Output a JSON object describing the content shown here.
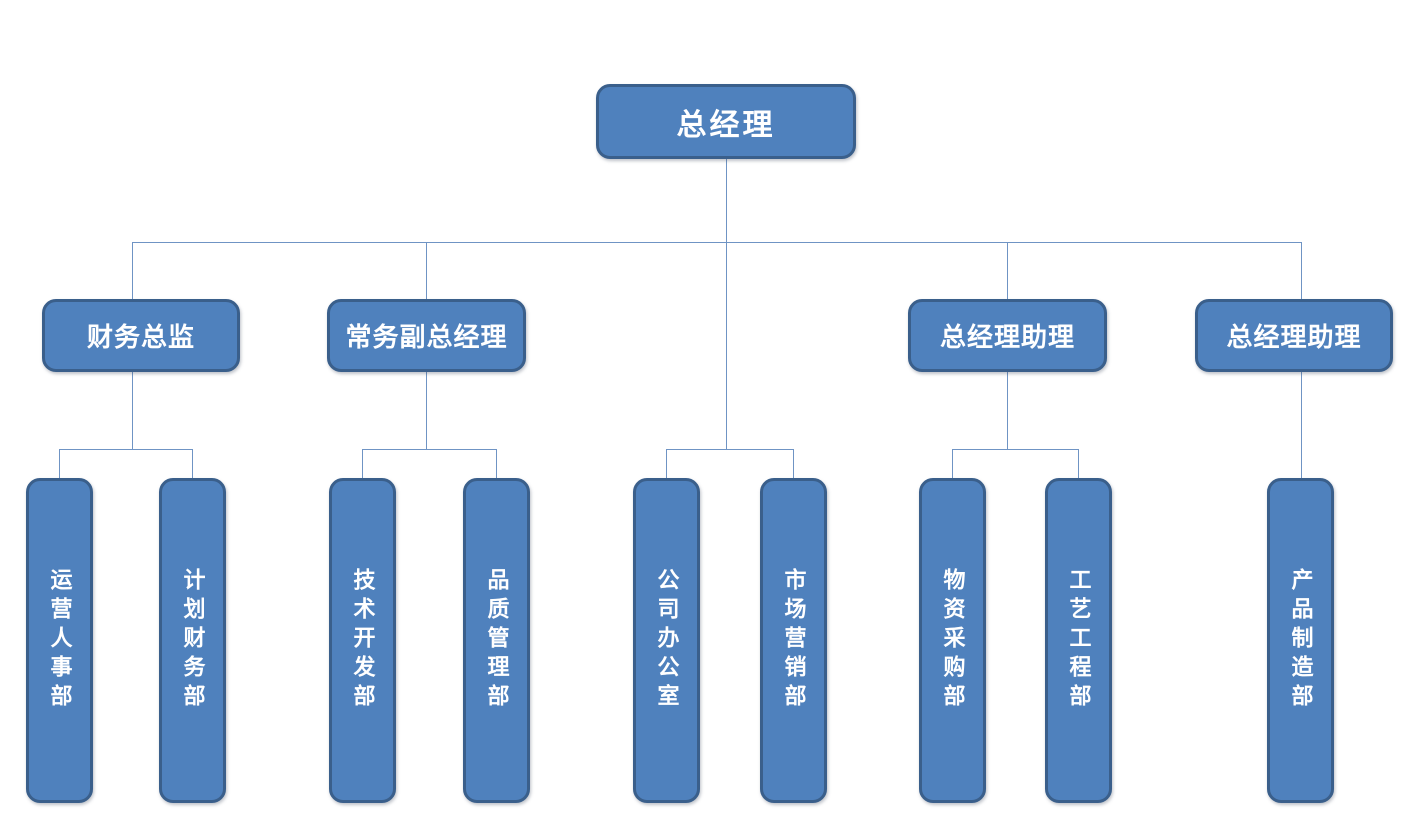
{
  "org_chart": {
    "root": {
      "label": "总经理"
    },
    "managers": [
      {
        "label": "财务总监"
      },
      {
        "label": "常务副总经理"
      },
      {
        "label": "总经理助理"
      },
      {
        "label": "总经理助理"
      }
    ],
    "departments": [
      {
        "label": "运营人事部"
      },
      {
        "label": "计划财务部"
      },
      {
        "label": "技术开发部"
      },
      {
        "label": "品质管理部"
      },
      {
        "label": "公司办公室"
      },
      {
        "label": "市场营销部"
      },
      {
        "label": "物资采购部"
      },
      {
        "label": "工艺工程部"
      },
      {
        "label": "产品制造部"
      }
    ],
    "colors": {
      "background": "#ffffff",
      "node_fill": "#4f81bd",
      "node_border": "#3a5f8b",
      "connector": "#6f94c4",
      "text": "#ffffff"
    }
  }
}
